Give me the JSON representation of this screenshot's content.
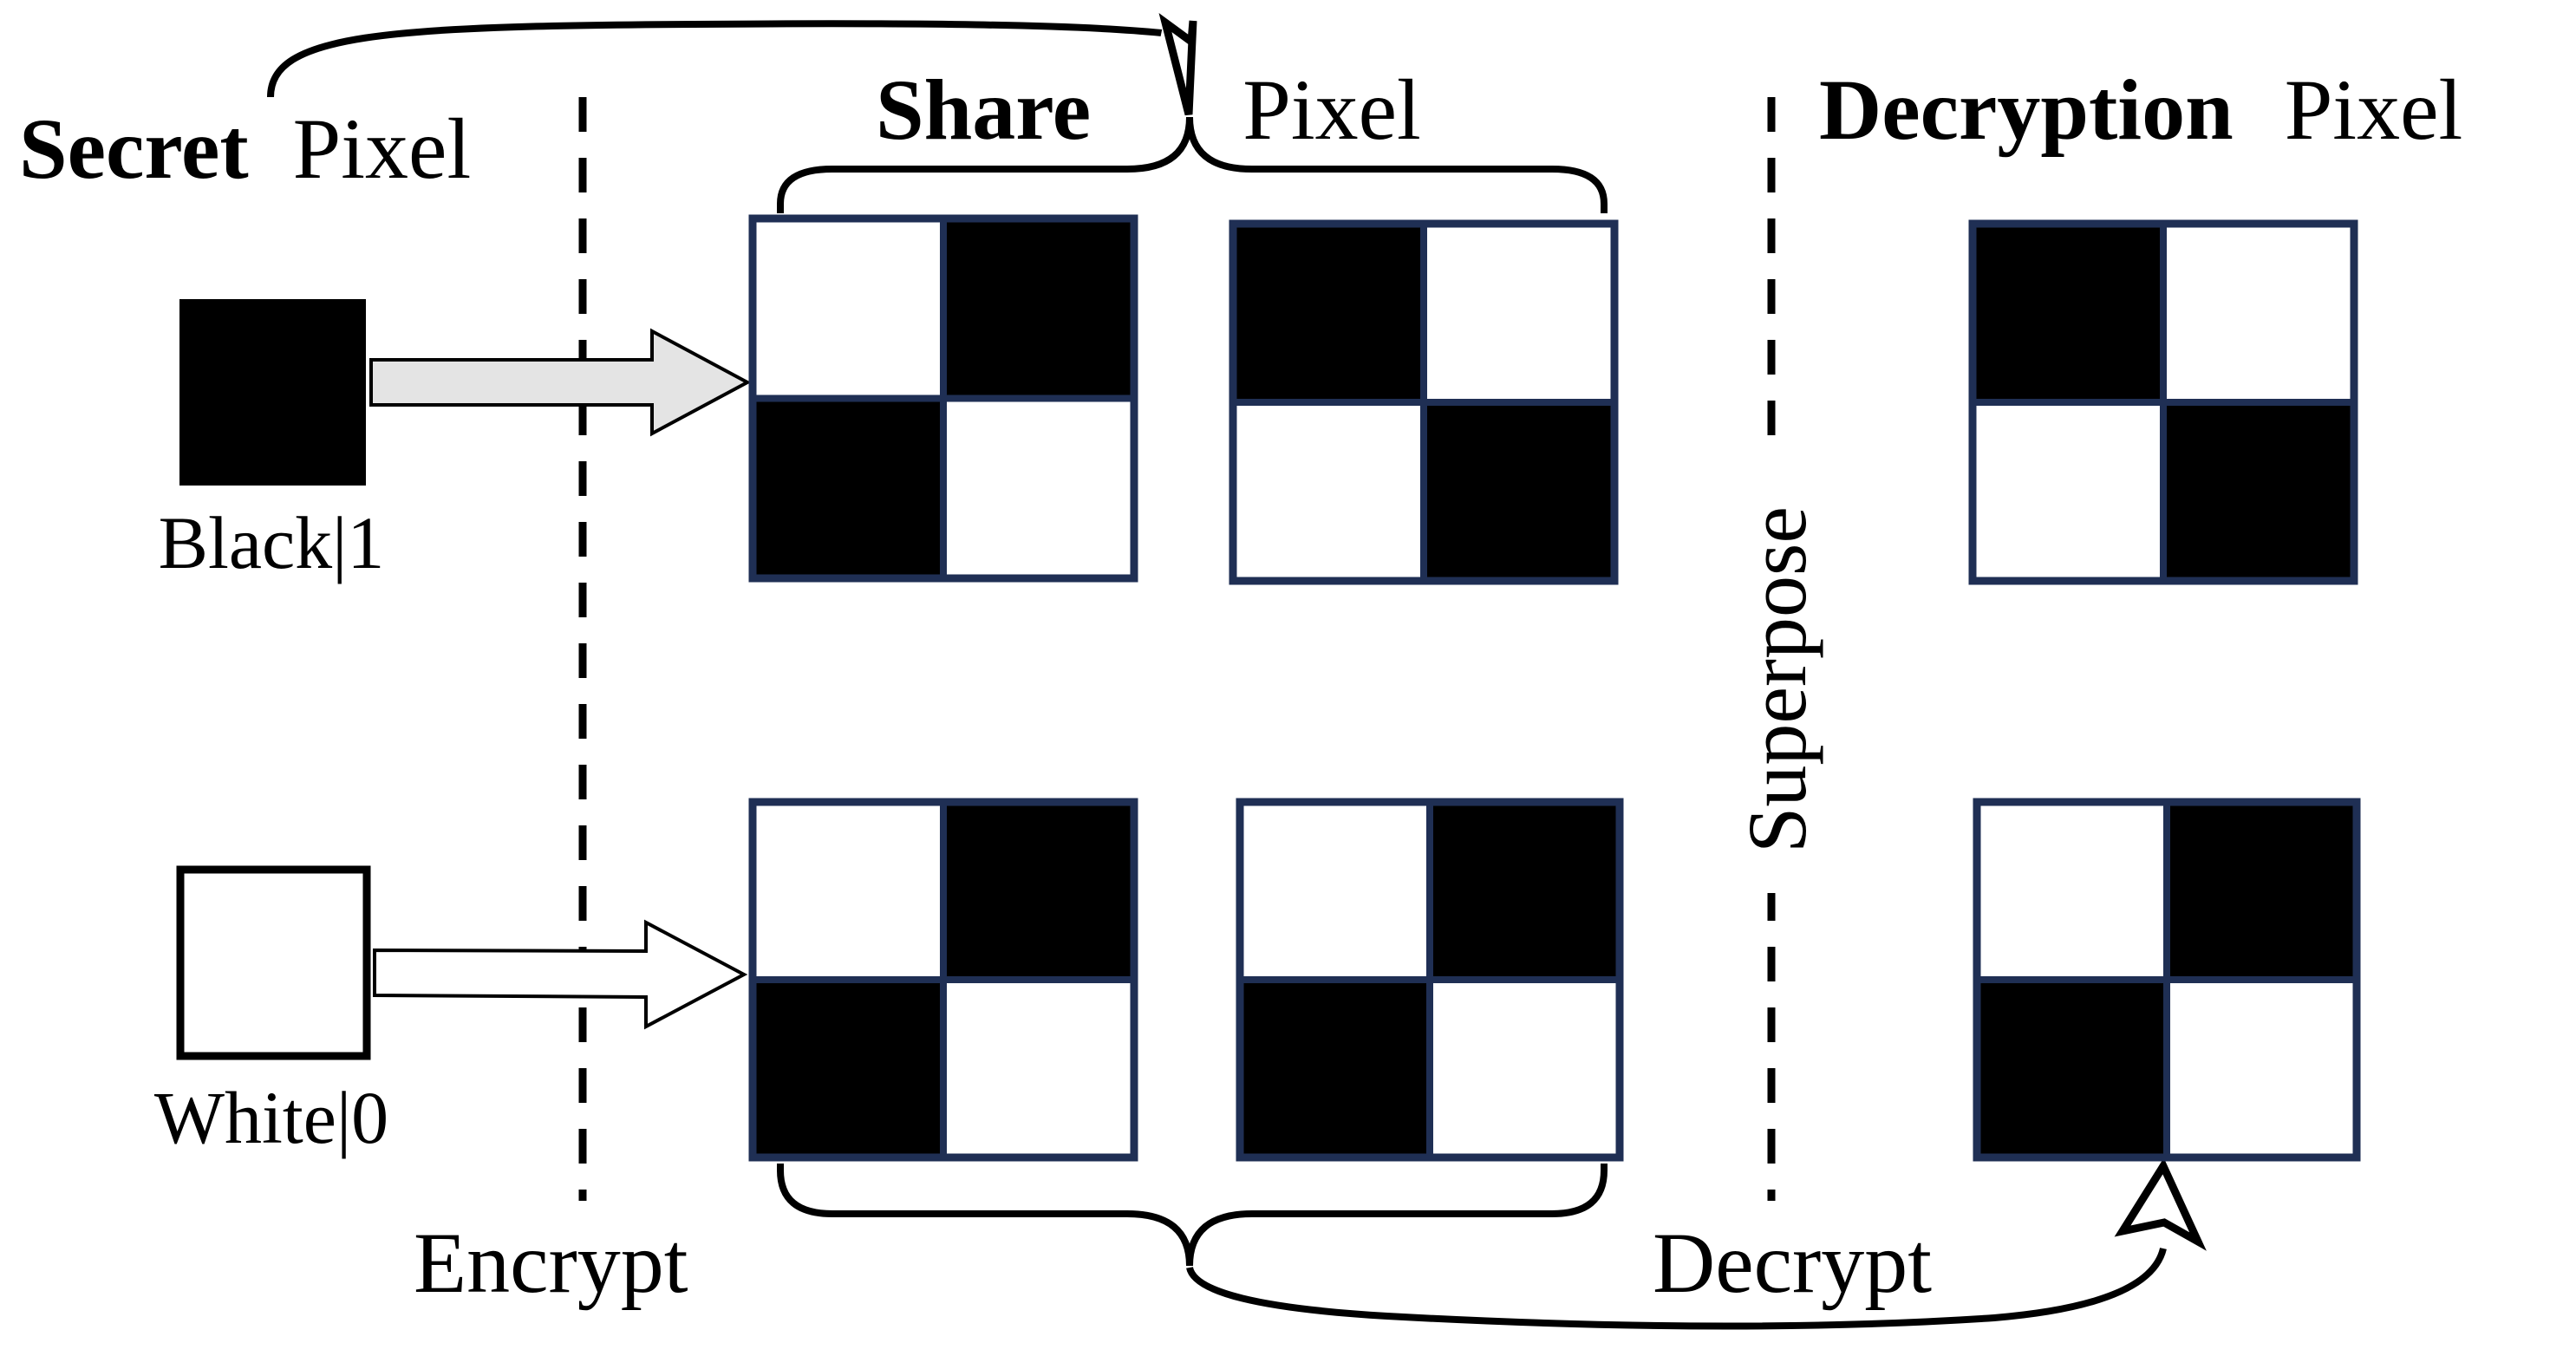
{
  "headings": {
    "secret_bold": "Secret",
    "secret_rest": "Pixel",
    "share_bold": "Share",
    "share_rest": "Pixel",
    "decryption_bold": "Decryption",
    "decryption_rest": "Pixel"
  },
  "labels": {
    "black": "Black|1",
    "white": "White|0",
    "encrypt": "Encrypt",
    "decrypt": "Decrypt",
    "superpose": "Superpose"
  },
  "colors": {
    "grid_border": "#1f2f54",
    "black": "#000000",
    "white": "#ffffff",
    "arrow_fill_gray": "#e4e4e4"
  },
  "patterns": {
    "black_share_1": [
      [
        0,
        1
      ],
      [
        1,
        0
      ]
    ],
    "black_share_2": [
      [
        1,
        0
      ],
      [
        0,
        1
      ]
    ],
    "black_decrypted": [
      [
        1,
        0
      ],
      [
        0,
        1
      ]
    ],
    "white_share_1": [
      [
        0,
        1
      ],
      [
        1,
        0
      ]
    ],
    "white_share_2": [
      [
        0,
        1
      ],
      [
        1,
        0
      ]
    ],
    "white_decrypted": [
      [
        0,
        1
      ],
      [
        1,
        0
      ]
    ]
  }
}
